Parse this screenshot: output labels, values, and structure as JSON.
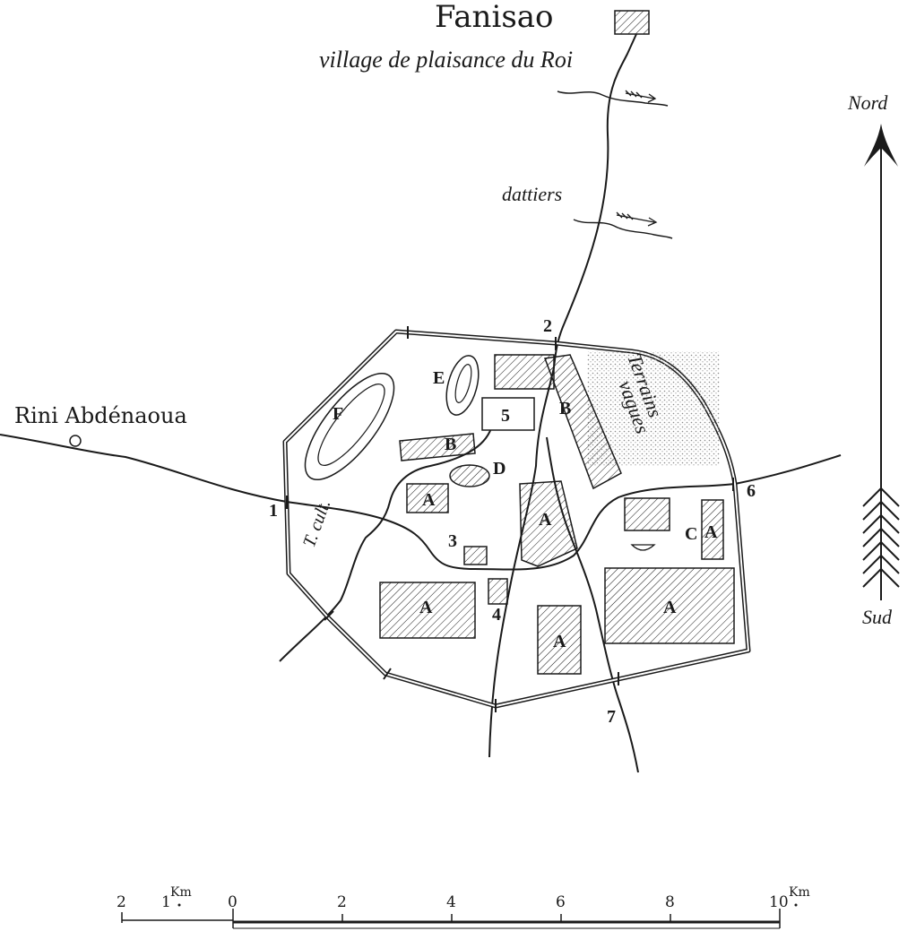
{
  "title": "Fanisao",
  "subtitle": "village de plaisance du Roi",
  "place_left": "Rini Abdénaoua",
  "labels": {
    "dattiers": "dattiers",
    "terrains_vagues": [
      "Terrains",
      "vagues"
    ],
    "t_cult": "T. cult.",
    "compass_north": "Nord",
    "compass_south": "Sud"
  },
  "blocks": {
    "A": "A",
    "B": "B",
    "C": "C",
    "D": "D",
    "E": "E",
    "F": "F",
    "five": "5"
  },
  "gates": [
    "1",
    "2",
    "3",
    "4",
    "6",
    "7"
  ],
  "scale": {
    "unit": "Km",
    "left_ticks": [
      "2",
      "1"
    ],
    "right_ticks": [
      "0",
      "2",
      "4",
      "6",
      "8",
      "10"
    ]
  },
  "colors": {
    "ink": "#1a1a1a",
    "paper": "#ffffff",
    "stipple": "#8a8a8a"
  }
}
